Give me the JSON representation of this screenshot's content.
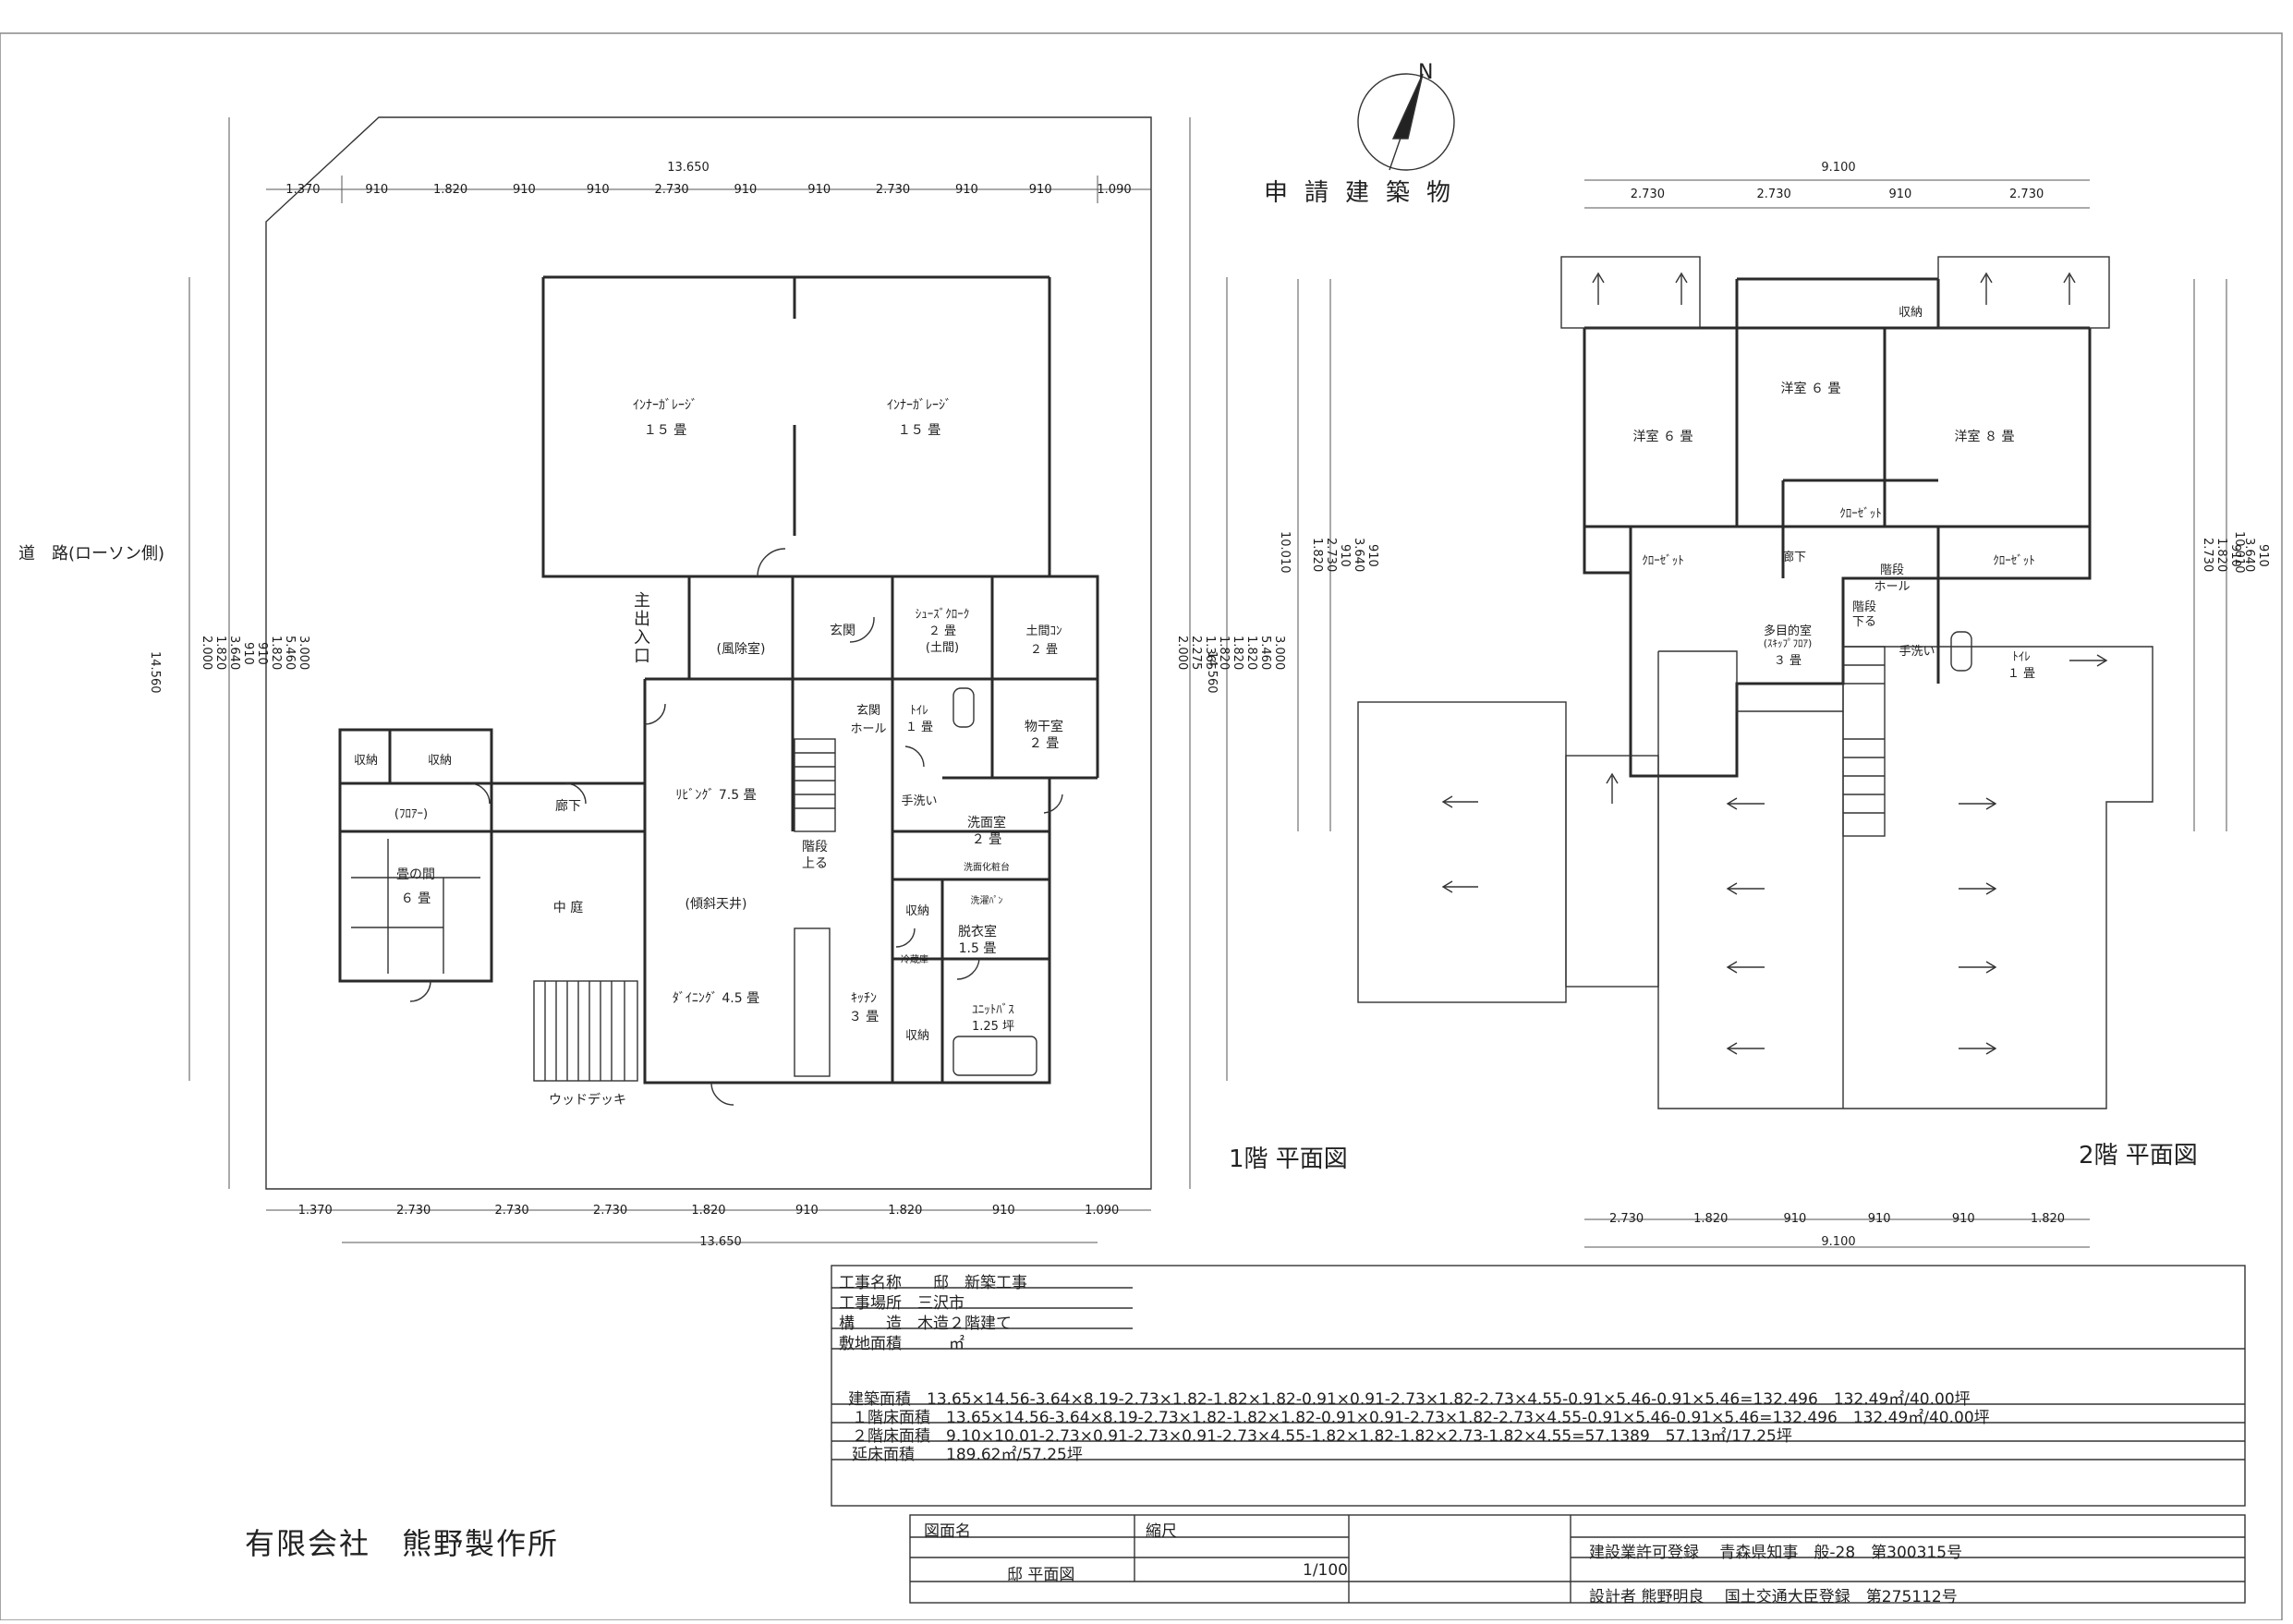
{
  "compass": {
    "north": "N"
  },
  "road_label": "道　路(ローソン側)",
  "entrance_label": "主出入口",
  "project_label": "申請建築物",
  "floor1": {
    "title": "1階  平面図",
    "dims_top": [
      "1.370",
      "910",
      "1.820",
      "910",
      "910",
      "2.730",
      "910",
      "910",
      "2.730",
      "910",
      "910",
      "1.090"
    ],
    "dims_top_total": "13.650",
    "dims_bottom": [
      "1.370",
      "2.730",
      "2.730",
      "2.730",
      "1.820",
      "910",
      "1.820",
      "910",
      "1.090"
    ],
    "dims_bottom_total": "13.650",
    "dims_left": [
      "3.000",
      "5.460",
      "1.820",
      "910",
      "910",
      "3.640",
      "1.820",
      "2.000"
    ],
    "dims_left_total": "14.560",
    "dims_right": [
      "3.000",
      "5.460",
      "1.820",
      "1.820",
      "1.820",
      "1.365",
      "2.275",
      "2.000"
    ],
    "dims_right_total": "14.560",
    "rooms": {
      "garage1": "ｲﾝﾅｰｶﾞﾚｰｼﾞ",
      "garage1_size": "１５ 畳",
      "garage2": "ｲﾝﾅｰｶﾞﾚｰｼﾞ",
      "garage2_size": "１５ 畳",
      "windbreak": "(風除室)",
      "genkan": "玄関",
      "shoes": "ｼｭｰｽﾞｸﾛｰｸ",
      "shoes_size": "２ 畳",
      "shoes_note": "(土間)",
      "doma": "土間ｺﾝ",
      "doma_size": "２ 畳",
      "hall": "玄関",
      "hall2": "ホール",
      "toilet": "ﾄｲﾚ",
      "toilet_size": "１ 畳",
      "storage": "物干室",
      "storage_size": "２ 畳",
      "living": "ﾘﾋﾞﾝｸﾞ 7.5 畳",
      "slope": "(傾斜天井)",
      "stairs": "階段",
      "stairs2": "上る",
      "handwash": "手洗い",
      "washroom": "洗面室",
      "washroom_size": "２ 畳",
      "vanity": "洗面化粧台",
      "storage1": "収納",
      "washer": "洗濯ﾊﾟﾝ",
      "undress": "脱衣室",
      "undress_size": "1.5 畳",
      "fridge": "冷蔵庫",
      "kitchen": "ｷｯﾁﾝ",
      "kitchen_size": "３ 畳",
      "dining": "ﾀﾞｲﾆﾝｸﾞ 4.5 畳",
      "storage2": "収納",
      "bath": "ﾕﾆｯﾄﾊﾞｽ",
      "bath_size": "1.25 坪",
      "courtyard": "中 庭",
      "corridor": "廊下",
      "floor": "(ﾌﾛｱｰ)",
      "tatami": "畳の間",
      "tatami_size": "６ 畳",
      "closet1": "収納",
      "closet2": "収納",
      "deck": "ウッドデッキ"
    }
  },
  "floor2": {
    "title": "2階  平面図",
    "dims_top": [
      "2.730",
      "2.730",
      "910",
      "2.730"
    ],
    "dims_top_total": "9.100",
    "dims_bottom": [
      "2.730",
      "1.820",
      "910",
      "910",
      "910",
      "1.820"
    ],
    "dims_bottom_total": "9.100",
    "dims_left": [
      "910",
      "3.640",
      "910",
      "2.730",
      "1.820"
    ],
    "dims_left_total": "10.010",
    "dims_right": [
      "910",
      "3.640",
      "910",
      "1.820",
      "2.730"
    ],
    "dims_right_total": "10.010",
    "rooms": {
      "room1": "洋室 ６ 畳",
      "room2": "洋室 ６ 畳",
      "room3": "洋室 ８ 畳",
      "storage": "収納",
      "closet1": "ｸﾛｰｾﾞｯﾄ",
      "closet2": "ｸﾛｰｾﾞｯﾄ",
      "closet3": "ｸﾛｰｾﾞｯﾄ",
      "corridor": "廊下",
      "stairhall": "階段",
      "stairhall2": "ホール",
      "multi": "多目的室",
      "multi2": "(ｽｷｯﾌﾟﾌﾛｱ)",
      "multi_size": "３ 畳",
      "stairs": "階段",
      "stairs2": "下る",
      "handwash": "手洗い",
      "toilet": "ﾄｲﾚ",
      "toilet_size": "１ 畳"
    }
  },
  "info": {
    "rows": [
      {
        "label": "工事名称",
        "value": "邸　新築工事"
      },
      {
        "label": "工事場所",
        "value": "三沢市"
      },
      {
        "label": "構　　造",
        "value": "木造２階建て"
      },
      {
        "label": "敷地面積",
        "value": "㎡"
      }
    ],
    "areas": [
      {
        "label": "建築面積",
        "value": "13.65×14.56-3.64×8.19-2.73×1.82-1.82×1.82-0.91×0.91-2.73×1.82-2.73×4.55-0.91×5.46-0.91×5.46=132.496　132.49㎡/40.00坪"
      },
      {
        "label": "１階床面積",
        "value": "13.65×14.56-3.64×8.19-2.73×1.82-1.82×1.82-0.91×0.91-2.73×1.82-2.73×4.55-0.91×5.46-0.91×5.46=132.496　132.49㎡/40.00坪"
      },
      {
        "label": "２階床面積",
        "value": "9.10×10.01-2.73×0.91-2.73×0.91-2.73×4.55-1.82×1.82-1.82×2.73-1.82×4.55=57.1389　57.13㎡/17.25坪"
      },
      {
        "label": "延床面積",
        "value": "189.62㎡/57.25坪"
      }
    ]
  },
  "titleblock": {
    "company": "有限会社　熊野製作所",
    "drawing_name_label": "図面名",
    "scale_label": "縮尺",
    "drawing_name": "邸 平面図",
    "scale": "1/100",
    "license": "建設業許可登録　 青森県知事　般-28　第300315号",
    "designer": "設計者 熊野明良　 国土交通大臣登録　第275112号"
  }
}
